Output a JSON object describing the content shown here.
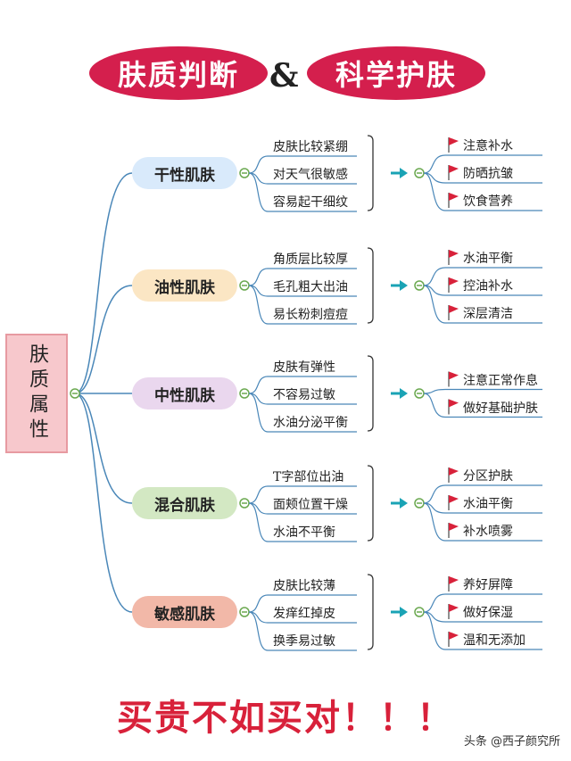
{
  "title": {
    "left": "肤质判断",
    "amp": "&",
    "right": "科学护肤"
  },
  "root": {
    "label": "肤质属性"
  },
  "categories": [
    {
      "name": "干性肌肤",
      "color": "#d9eafb",
      "traits": [
        "皮肤比较紧绷",
        "对天气很敏感",
        "容易起干细纹"
      ],
      "tips": [
        "注意补水",
        "防晒抗皱",
        "饮食营养"
      ]
    },
    {
      "name": "油性肌肤",
      "color": "#fbe6c4",
      "traits": [
        "角质层比较厚",
        "毛孔粗大出油",
        "易长粉刺痘痘"
      ],
      "tips": [
        "水油平衡",
        "控油补水",
        "深层清洁"
      ]
    },
    {
      "name": "中性肌肤",
      "color": "#ead7ee",
      "traits": [
        "皮肤有弹性",
        "不容易过敏",
        "水油分泌平衡"
      ],
      "tips": [
        "注意正常作息",
        "做好基础护肤"
      ]
    },
    {
      "name": "混合肌肤",
      "color": "#d3e8c3",
      "traits": [
        "T字部位出油",
        "面颊位置干燥",
        "水油不平衡"
      ],
      "tips": [
        "分区护肤",
        "水油平衡",
        "补水喷雾"
      ]
    },
    {
      "name": "敏感肌肤",
      "color": "#f2b8a8",
      "traits": [
        "皮肤比较薄",
        "发痒红掉皮",
        "换季易过敏"
      ],
      "tips": [
        "养好屏障",
        "做好保湿",
        "温和无添加"
      ]
    }
  ],
  "slogan": "买贵不如买对！！！",
  "credit": "头条 @西子颜究所",
  "colors": {
    "accent": "#d41f4d",
    "arrow": "#1aa3b5",
    "line": "#4a87b8",
    "flag": "#d8213a"
  }
}
